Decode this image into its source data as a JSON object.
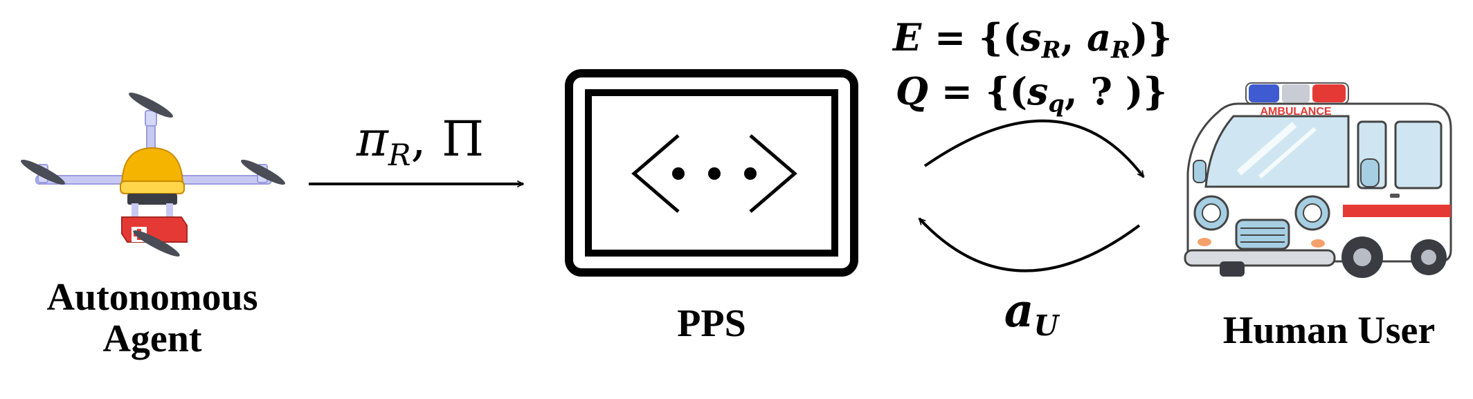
{
  "nodes": {
    "agent": {
      "line1": "Autonomous",
      "line2": "Agent",
      "icon": "drone-icon"
    },
    "pps": {
      "label": "PPS",
      "icon": "code-window-icon"
    },
    "user": {
      "label": "Human User",
      "icon": "ambulance-icon",
      "sign": "AMBULANCE"
    }
  },
  "edges": {
    "agent_to_pps": {
      "pi": "π",
      "pi_sub": "R",
      "sep": ",",
      "Pi": "Π"
    },
    "pps_to_user": {
      "e_var": "E",
      "e_eq": "= {(",
      "e_s": "s",
      "e_s_sub": "R",
      "e_comma": ", ",
      "e_a": "a",
      "e_a_sub": "R",
      "e_close": ")}",
      "q_var": "Q",
      "q_eq": "= {(",
      "q_s": "s",
      "q_s_sub": "q",
      "q_rest": ", ? )}"
    },
    "user_to_pps": {
      "a": "a",
      "a_sub": "U"
    }
  },
  "colors": {
    "stroke": "#000000",
    "drone_yellow": "#f4b400",
    "drone_red": "#e53935",
    "drone_arm": "#c7c9f2",
    "ambulance_red": "#e53935",
    "ambulance_blue": "#3f5bd1",
    "ambulance_window": "#cfe6f2"
  }
}
